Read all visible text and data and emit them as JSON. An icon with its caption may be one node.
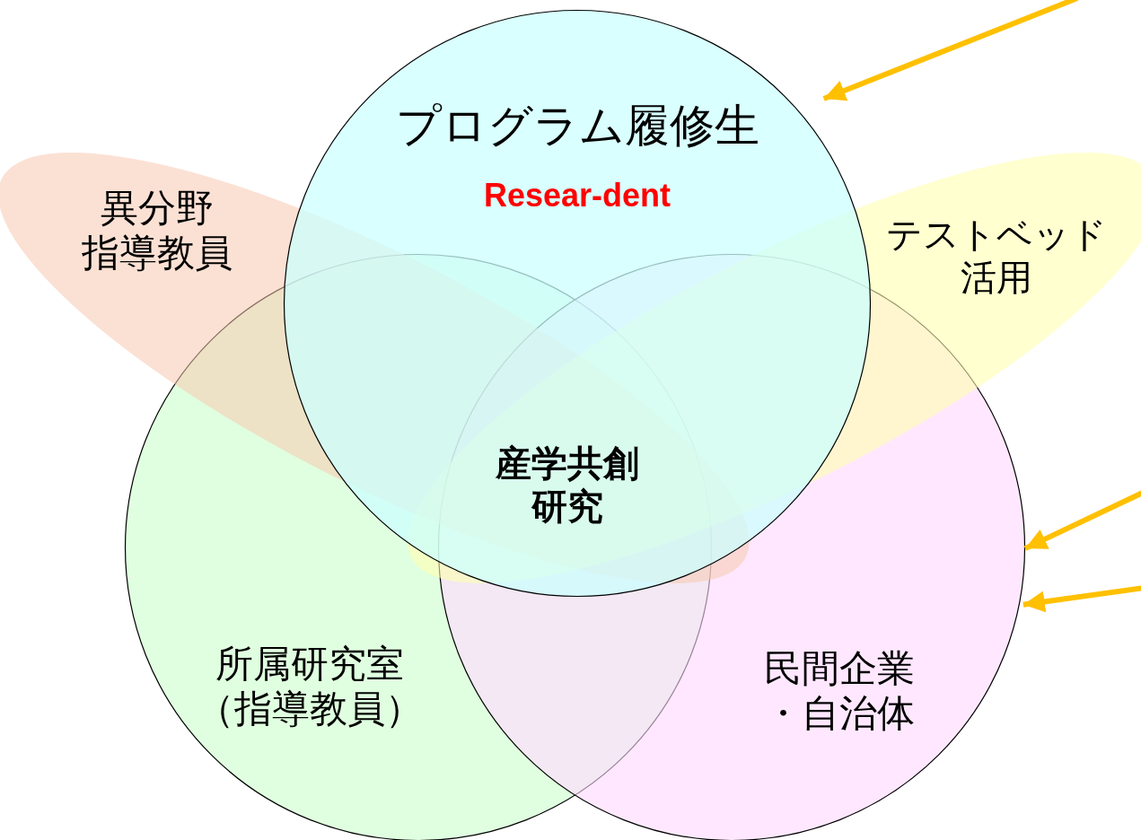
{
  "diagram": {
    "nodes": [
      {
        "text": [
          "プログラム履修生",
          "Resear-dent"
        ]
      },
      {
        "text": [
          "異分野指導教員"
        ]
      },
      {
        "text": [
          "テストベッド活用"
        ]
      },
      {
        "text": [
          "所属研究室（指導教員）"
        ]
      },
      {
        "text": [
          "民間企業・自治体"
        ]
      }
    ],
    "edges": [
      {
        "from": null,
        "to": 0,
        "arrow": "to"
      },
      {
        "from": null,
        "to": 4,
        "arrow": "to"
      },
      {
        "from": null,
        "to": 4,
        "arrow": "to"
      }
    ],
    "labels": [
      "産学共創研究"
    ]
  }
}
